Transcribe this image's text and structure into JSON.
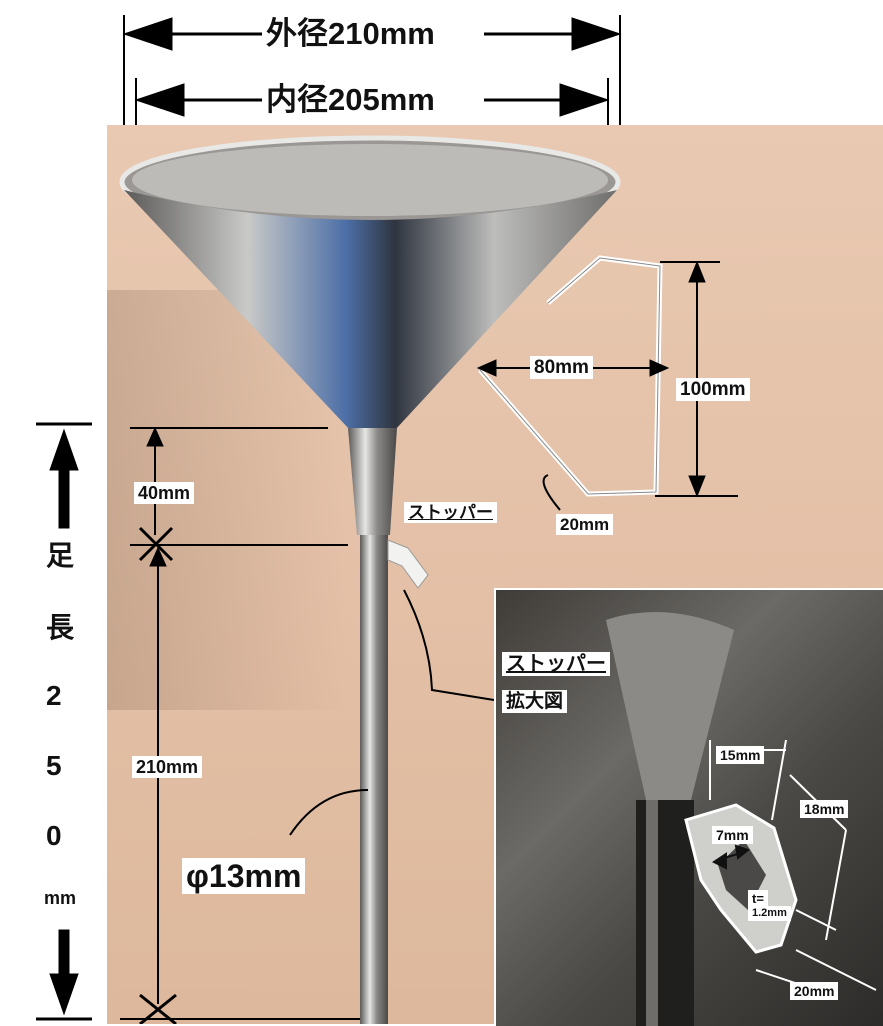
{
  "dims": {
    "outer_diameter": "外径210mm",
    "inner_diameter": "内径205mm",
    "stopper_width": "80mm",
    "stopper_height": "100mm",
    "stopper_tab": "20mm",
    "neck_length": "40mm",
    "leg_length": "210mm",
    "pipe_diameter": "φ13mm"
  },
  "labels": {
    "stopper_1": "ストッパー",
    "stopper_2": "ストッパー",
    "enlarged": "拡大図"
  },
  "vertical_label": [
    "足",
    "長",
    "2",
    "5",
    "0",
    "mm"
  ],
  "inset": {
    "d15": "15mm",
    "d18": "18mm",
    "d7": "7mm",
    "thickness_1": "t=",
    "thickness_2": "1.2mm",
    "d20": "20mm"
  }
}
